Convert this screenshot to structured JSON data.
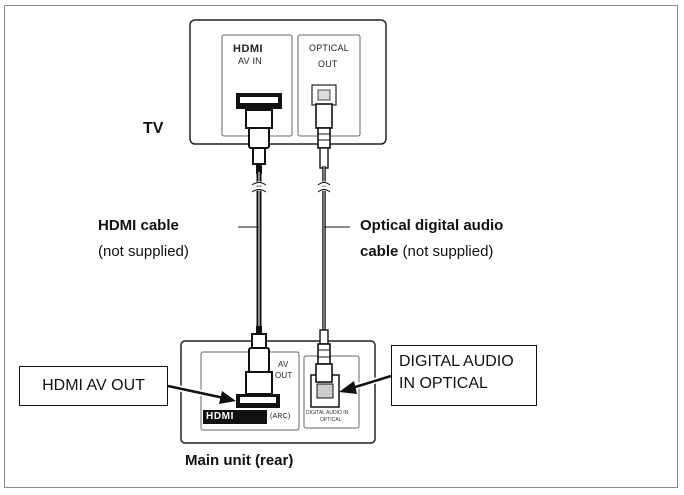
{
  "labels": {
    "tv": "TV",
    "hdmi_cable": "HDMI cable",
    "hdmi_not_supplied": "(not supplied)",
    "optical_cable_bold": "Optical digital audio",
    "optical_cable_bold2": "cable",
    "optical_not_supplied": " (not supplied)",
    "main_unit": "Main unit (rear)",
    "hdmi_av_out_box": "HDMI AV OUT",
    "digital_audio_line1": "DIGITAL AUDIO",
    "digital_audio_line2": "IN OPTICAL"
  },
  "tv_panel": {
    "hdmi_logo": "HDMI",
    "hdmi_port_label": "AV IN",
    "optical_label_1": "OPTICAL",
    "optical_label_2": "OUT"
  },
  "unit_panel": {
    "av_out_1": "AV",
    "av_out_2": "OUT",
    "hdmi_logo": "HDMI",
    "arc": "(ARC)",
    "digital_audio_in": "DIGITAL AUDIO IN",
    "optical": "OPTICAL"
  }
}
